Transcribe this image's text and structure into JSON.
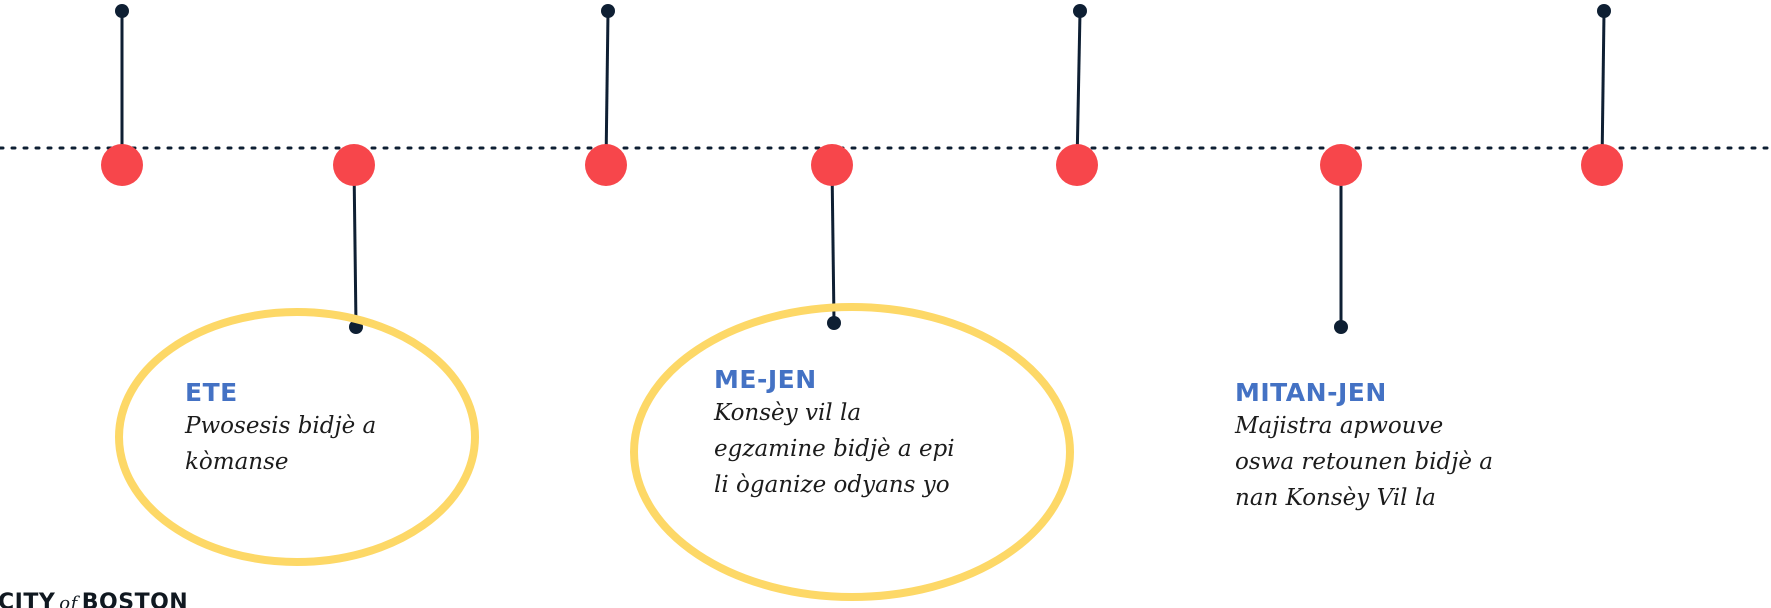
{
  "colors": {
    "marker": "#f7464b",
    "stem": "#0e1f33",
    "ellipse": "#fdd867",
    "dotted_line": "#0e1f33",
    "heading": "#4472c4",
    "body_text": "#1c1c1c"
  },
  "stages": [
    {
      "heading": "ETE",
      "description": [
        "Pwosesis bidjè a",
        "kòmanse"
      ],
      "highlighted": true
    },
    {
      "heading": "ME-JEN",
      "description": [
        "Konsèy vil la",
        "egzamine bidjè a epi",
        "li òganize odyans yo"
      ],
      "highlighted": true
    },
    {
      "heading": "MITAN-JEN",
      "description": [
        "Majistra apwouve",
        "oswa retounen bidjè a",
        "nan Konsèy Vil la"
      ],
      "highlighted": false
    }
  ],
  "logo": {
    "part1": "CITY",
    "part2": "of",
    "part3": "BOSTON"
  }
}
